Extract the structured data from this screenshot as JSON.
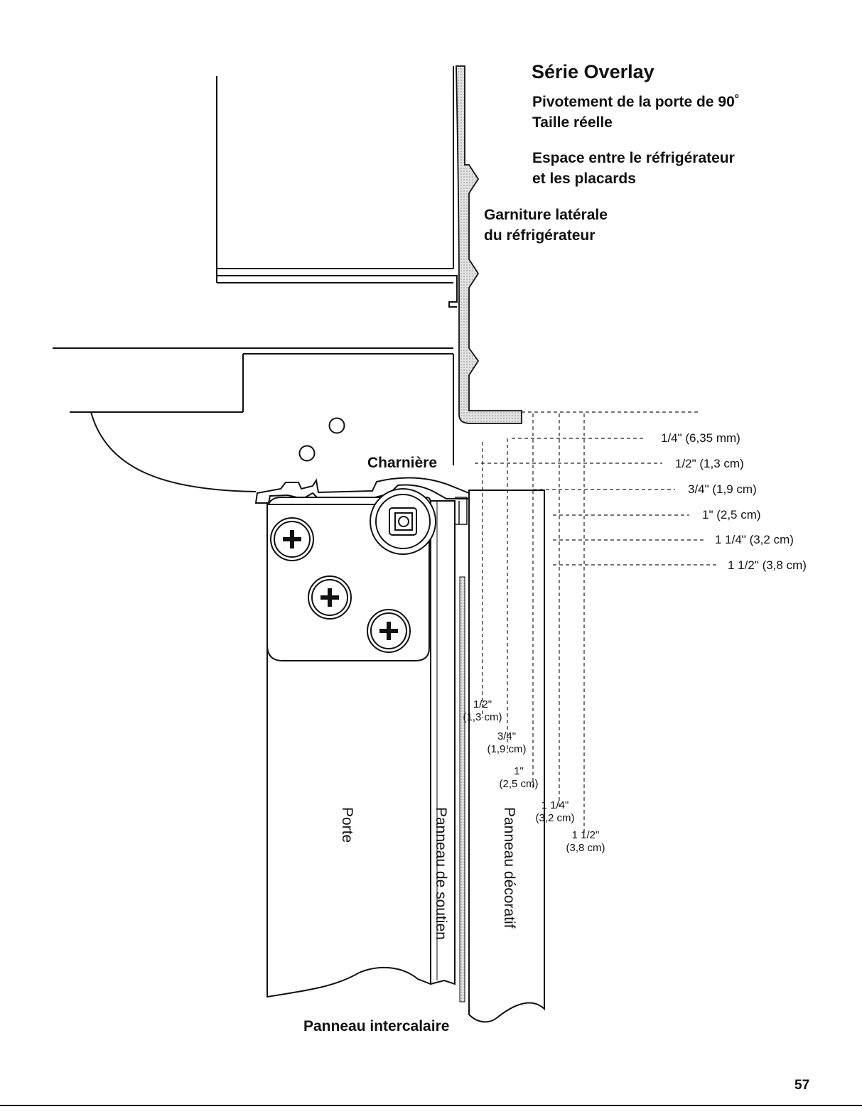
{
  "heading": {
    "title": "Série Overlay",
    "line1": "Pivotement de la porte de 90˚",
    "line2": "Taille réelle",
    "line3": "Espace entre le réfrigérateur",
    "line4": "et les placards"
  },
  "labels": {
    "garniture1": "Garniture latérale",
    "garniture2": "du réfrigérateur",
    "charniere": "Charnière",
    "porte": "Porte",
    "soutien": "Panneau de soutien",
    "decoratif": "Panneau décoratif",
    "intercalaire": "Panneau intercalaire"
  },
  "measurements_right": [
    "1/4\" (6,35 mm)",
    "1/2\" (1,3 cm)",
    "3/4\" (1,9 cm)",
    "1\" (2,5 cm)",
    "1 1/4\" (3,2 cm)",
    "1 1/2\" (3,8 cm)"
  ],
  "measurements_vertical": [
    {
      "frac": "1/2\"",
      "metric": "(1,3 cm)"
    },
    {
      "frac": "3/4\"",
      "metric": "(1,9 cm)"
    },
    {
      "frac": "1\"",
      "metric": "(2,5 cm)"
    },
    {
      "frac": "1 1/4\"",
      "metric": "(3,2 cm)"
    },
    {
      "frac": "1 1/2\"",
      "metric": "(3,8 cm)"
    }
  ],
  "page_number": "57",
  "colors": {
    "line": "#111111",
    "trim_fill": "#c8c8c8"
  }
}
